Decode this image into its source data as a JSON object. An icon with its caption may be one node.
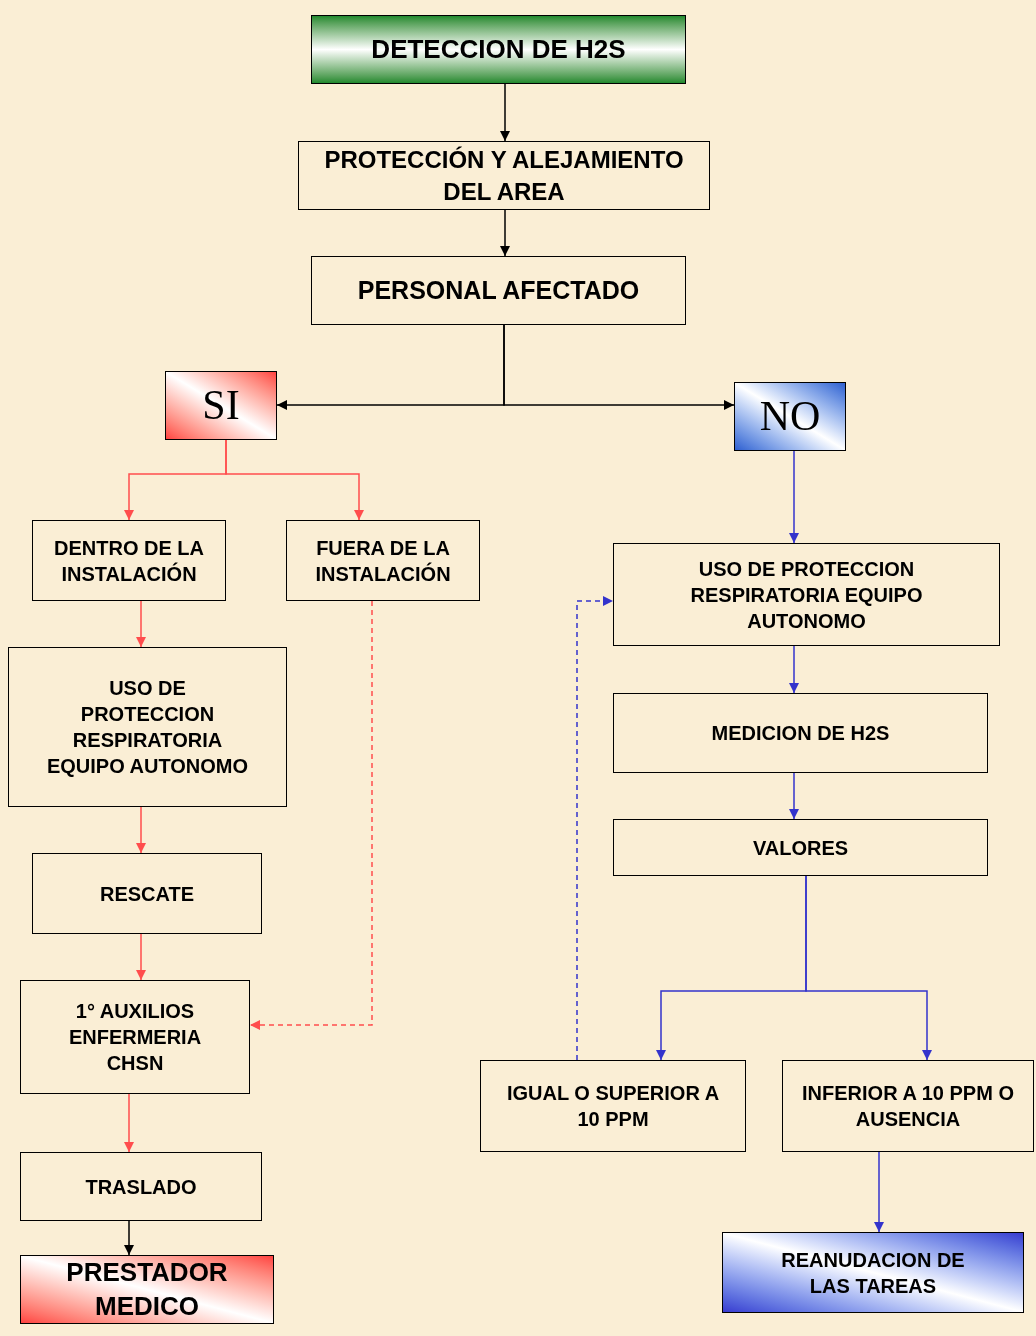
{
  "diagram": {
    "nodes": [
      {
        "text": [
          "DETECCION DE H2S"
        ]
      },
      {
        "text": [
          "PROTECCIÓN Y ALEJAMIENTO DEL AREA"
        ]
      },
      {
        "text": [
          "PERSONAL AFECTADO"
        ]
      },
      {
        "text": [
          "SI"
        ]
      },
      {
        "text": [
          "NO"
        ]
      },
      {
        "text": [
          "DENTRO DE LA INSTALACIÓN"
        ]
      },
      {
        "text": [
          "FUERA DE LA INSTALACIÓN"
        ]
      },
      {
        "text": [
          "USO DE PROTECCION RESPIRATORIA EQUIPO AUTONOMO"
        ]
      },
      {
        "text": [
          "RESCATE"
        ]
      },
      {
        "text": [
          "1°  AUXILIOS ENFERMERIA CHSN"
        ]
      },
      {
        "text": [
          "TRASLADO"
        ]
      },
      {
        "text": [
          "PRESTADOR MEDICO"
        ]
      },
      {
        "text": [
          "USO DE PROTECCION RESPIRATORIA EQUIPO AUTONOMO"
        ]
      },
      {
        "text": [
          "MEDICION DE H2S"
        ]
      },
      {
        "text": [
          "VALORES"
        ]
      },
      {
        "text": [
          "IGUAL O SUPERIOR A 10 PPM"
        ]
      },
      {
        "text": [
          "INFERIOR A 10 PPM O AUSENCIA"
        ]
      },
      {
        "text": [
          "REANUDACION DE LAS TAREAS"
        ]
      }
    ],
    "edges": [
      {
        "from": 0,
        "to": 1,
        "arrow": "to",
        "color": "#000000"
      },
      {
        "from": 1,
        "to": 2,
        "arrow": "to",
        "color": "#000000"
      },
      {
        "from": 2,
        "to": 3,
        "arrow": "to",
        "color": "#000000"
      },
      {
        "from": 2,
        "to": 4,
        "arrow": "to",
        "color": "#000000"
      },
      {
        "from": 3,
        "to": 5,
        "arrow": "to"
      },
      {
        "from": 3,
        "to": 6,
        "arrow": "to"
      },
      {
        "from": 5,
        "to": 7,
        "arrow": "to"
      },
      {
        "from": 7,
        "to": 8,
        "arrow": "to"
      },
      {
        "from": 8,
        "to": 9,
        "arrow": "to"
      },
      {
        "from": 6,
        "to": 9,
        "arrow": "to",
        "style": "dashed"
      },
      {
        "from": 9,
        "to": 10,
        "arrow": "to"
      },
      {
        "from": 10,
        "to": 11,
        "arrow": "to",
        "color": "#000000"
      },
      {
        "from": 4,
        "to": 12,
        "arrow": "to",
        "color": "#3333cc"
      },
      {
        "from": 12,
        "to": 13,
        "arrow": "to",
        "color": "#3333cc"
      },
      {
        "from": 13,
        "to": 14,
        "arrow": "to",
        "color": "#3333cc"
      },
      {
        "from": 14,
        "to": 15,
        "arrow": "to",
        "color": "#3333cc"
      },
      {
        "from": 14,
        "to": 16,
        "arrow": "to",
        "color": "#3333cc"
      },
      {
        "from": 15,
        "to": 12,
        "arrow": "to",
        "style": "dashed",
        "color": "#3333cc"
      },
      {
        "from": 16,
        "to": 17,
        "arrow": "to",
        "color": "#3333cc"
      }
    ]
  }
}
